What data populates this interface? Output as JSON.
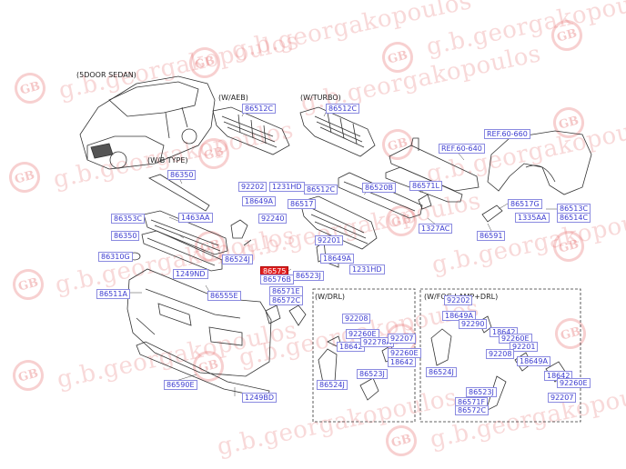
{
  "watermark": {
    "text": "g.b.georgakopoulos",
    "logo": "GB",
    "color": "#e06060"
  },
  "captions": {
    "model": "(5DOOR SEDAN)",
    "aeb": "(W/AEB)",
    "turbo": "(W/TURBO)",
    "wb": "(W/B TYPE)",
    "drl": "(W/DRL)",
    "fog": "(W/FOG LAMP+DRL)"
  },
  "labels": [
    {
      "id": "86512C-a",
      "text": "86512C"
    },
    {
      "id": "86512C-b",
      "text": "86512C"
    },
    {
      "id": "86350-a",
      "text": "86350"
    },
    {
      "id": "86353C",
      "text": "86353C"
    },
    {
      "id": "1463AA",
      "text": "1463AA"
    },
    {
      "id": "86350-b",
      "text": "86350"
    },
    {
      "id": "86310G",
      "text": "86310G"
    },
    {
      "id": "1249ND",
      "text": "1249ND"
    },
    {
      "id": "86511A",
      "text": "86511A"
    },
    {
      "id": "86555E",
      "text": "86555E"
    },
    {
      "id": "86590E",
      "text": "86590E"
    },
    {
      "id": "1249BD",
      "text": "1249BD"
    },
    {
      "id": "92202-a",
      "text": "92202"
    },
    {
      "id": "1231HD-a",
      "text": "1231HD"
    },
    {
      "id": "18649A-a",
      "text": "18649A"
    },
    {
      "id": "92240",
      "text": "92240"
    },
    {
      "id": "86524J-a",
      "text": "86524J"
    },
    {
      "id": "86512C-c",
      "text": "86512C"
    },
    {
      "id": "86517",
      "text": "86517"
    },
    {
      "id": "86520B",
      "text": "86520B"
    },
    {
      "id": "86571L",
      "text": "86571L"
    },
    {
      "id": "REF60-640",
      "text": "REF.60-640"
    },
    {
      "id": "REF60-660",
      "text": "REF.60-660"
    },
    {
      "id": "86517G",
      "text": "86517G"
    },
    {
      "id": "86513C",
      "text": "86513C"
    },
    {
      "id": "86514C",
      "text": "86514C"
    },
    {
      "id": "1335AA",
      "text": "1335AA"
    },
    {
      "id": "1327AC",
      "text": "1327AC"
    },
    {
      "id": "86591",
      "text": "86591"
    },
    {
      "id": "92201-a",
      "text": "92201"
    },
    {
      "id": "18649A-b",
      "text": "18649A"
    },
    {
      "id": "1231HD-b",
      "text": "1231HD"
    },
    {
      "id": "86575",
      "text": "86575"
    },
    {
      "id": "86576B",
      "text": "86576B"
    },
    {
      "id": "86523J-a",
      "text": "86523J"
    },
    {
      "id": "86571E",
      "text": "86571E"
    },
    {
      "id": "86572C",
      "text": "86572C"
    },
    {
      "id": "92208-a",
      "text": "92208"
    },
    {
      "id": "92260E",
      "text": "92260E"
    },
    {
      "id": "18642-a",
      "text": "18642"
    },
    {
      "id": "92278A",
      "text": "92278A"
    },
    {
      "id": "92207-a",
      "text": "92207"
    },
    {
      "id": "92260E-b",
      "text": "92260E"
    },
    {
      "id": "18642-b",
      "text": "18642"
    },
    {
      "id": "86523J-b",
      "text": "86523J"
    },
    {
      "id": "86524J-b",
      "text": "86524J"
    },
    {
      "id": "92202-b",
      "text": "92202"
    },
    {
      "id": "18649A-c",
      "text": "18649A"
    },
    {
      "id": "92290",
      "text": "92290"
    },
    {
      "id": "18642-c",
      "text": "18642"
    },
    {
      "id": "92260E-c",
      "text": "92260E"
    },
    {
      "id": "92201-b",
      "text": "92201"
    },
    {
      "id": "92208-b",
      "text": "92208"
    },
    {
      "id": "86524J-c",
      "text": "86524J"
    },
    {
      "id": "18649A-d",
      "text": "18649A"
    },
    {
      "id": "18642-d",
      "text": "18642"
    },
    {
      "id": "92260E-d",
      "text": "92260E"
    },
    {
      "id": "86523J-c",
      "text": "86523J"
    },
    {
      "id": "92207-b",
      "text": "92207"
    },
    {
      "id": "86571F",
      "text": "86571F"
    },
    {
      "id": "86572C-b",
      "text": "86572C"
    }
  ]
}
